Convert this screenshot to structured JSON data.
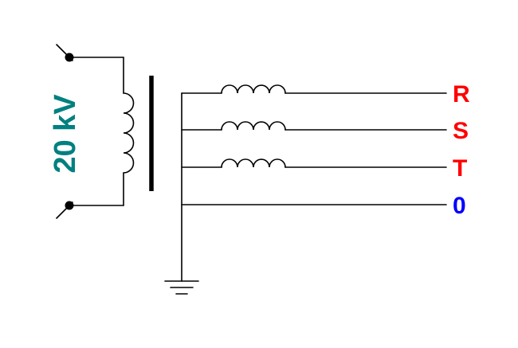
{
  "diagram": {
    "kind": "transformer-power-circuit",
    "primary": {
      "voltage_label": "20 kV"
    },
    "secondary": {
      "phases": [
        {
          "label": "R",
          "type": "phase",
          "has_coil": true
        },
        {
          "label": "S",
          "type": "phase",
          "has_coil": true
        },
        {
          "label": "T",
          "type": "phase",
          "has_coil": true
        },
        {
          "label": "0",
          "type": "neutral",
          "has_coil": false
        }
      ]
    },
    "symbols": [
      "terminal-icon",
      "primary-winding-coil-icon",
      "transformer-core",
      "inductor-coil-icon",
      "ground-icon"
    ]
  },
  "colors": {
    "voltage_text": "#008080",
    "phase_text": "#ff0000",
    "neutral_text": "#0000ff",
    "wire": "#000000",
    "background": "#ffffff"
  }
}
